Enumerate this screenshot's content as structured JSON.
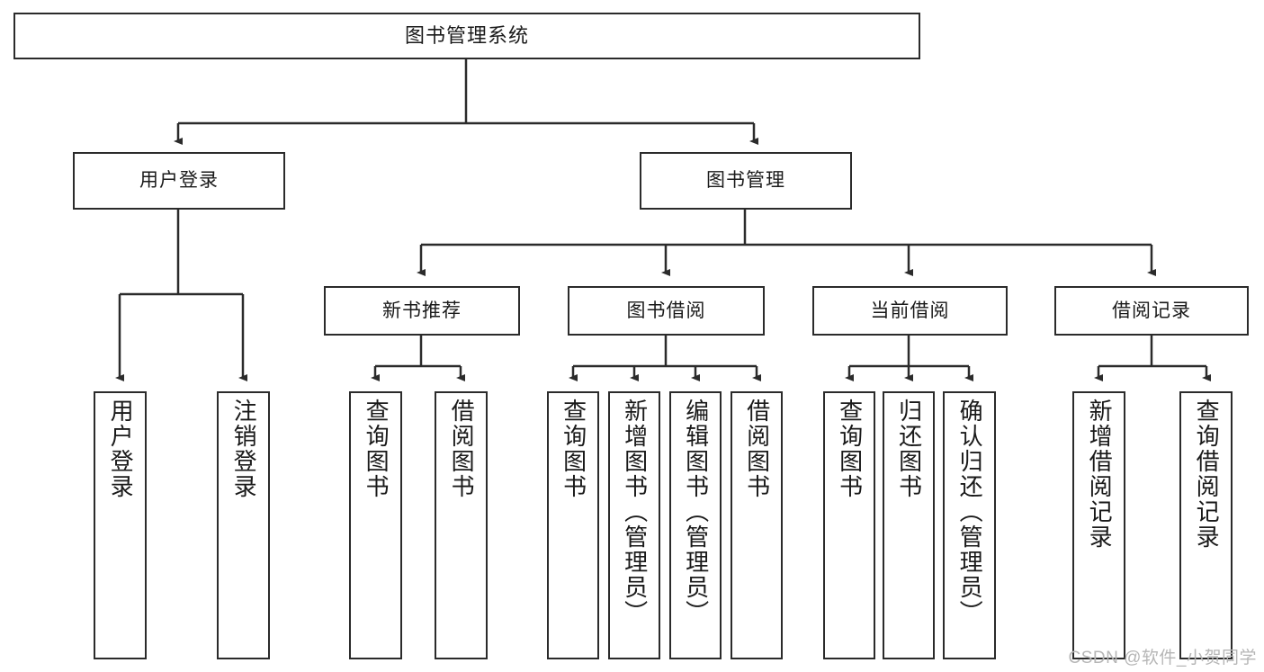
{
  "diagram": {
    "type": "tree-hierarchy",
    "title": "图书管理系统",
    "colors": {
      "stroke": "#2b2b2b",
      "fill": "#ffffff",
      "text": "#1a1a1a",
      "watermark": "#b6b6b6"
    },
    "root": {
      "label": "图书管理系统"
    },
    "level2": [
      {
        "label": "用户登录"
      },
      {
        "label": "图书管理"
      }
    ],
    "level3": [
      {
        "label": "新书推荐"
      },
      {
        "label": "图书借阅"
      },
      {
        "label": "当前借阅"
      },
      {
        "label": "借阅记录"
      }
    ],
    "leaves": {
      "user_login": [
        {
          "label": "用户登录"
        },
        {
          "label": "注销登录"
        }
      ],
      "new_book_recommend": [
        {
          "label": "查询图书"
        },
        {
          "label": "借阅图书"
        }
      ],
      "book_borrow": [
        {
          "label": "查询图书"
        },
        {
          "label": "新增图书（管理员）"
        },
        {
          "label": "编辑图书（管理员）"
        },
        {
          "label": "借阅图书"
        }
      ],
      "current_borrow": [
        {
          "label": "查询图书"
        },
        {
          "label": "归还图书"
        },
        {
          "label": "确认归还（管理员）"
        }
      ],
      "borrow_record": [
        {
          "label": "新增借阅记录"
        },
        {
          "label": "查询借阅记录"
        }
      ]
    }
  },
  "watermark": {
    "text": "CSDN @软件_小贺同学"
  }
}
